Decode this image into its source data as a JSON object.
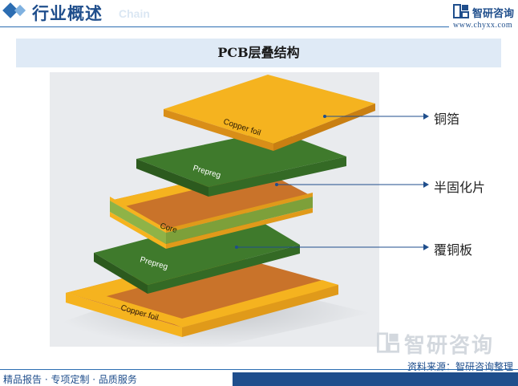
{
  "header": {
    "title": "行业概述",
    "ghost_text": "Chain",
    "brand_name": "智研咨询",
    "brand_url": "www.chyxx.com"
  },
  "page_title": "PCB层叠结构",
  "diagram": {
    "layers": [
      {
        "id": "copper-top",
        "label": "Copper foil",
        "color": "#f5b31f"
      },
      {
        "id": "prepreg-top",
        "label": "Prepreg",
        "color": "#3f7a2c"
      },
      {
        "id": "core",
        "label": "Core",
        "color": "#8fb347"
      },
      {
        "id": "prepreg-bottom",
        "label": "Prepreg",
        "color": "#3f7a2c"
      },
      {
        "id": "copper-bottom",
        "label": "Copper foil",
        "color": "#f5b31f"
      }
    ],
    "callouts": [
      {
        "label": "铜箔"
      },
      {
        "label": "半固化片"
      },
      {
        "label": "覆铜板"
      }
    ]
  },
  "watermark": {
    "text": "智研咨询"
  },
  "footer": {
    "source": "资料来源：智研咨询整理",
    "slogan": "精品报告 · 专项定制 · 品质服务"
  },
  "colors": {
    "brand": "#1f4e8c",
    "title_bar": "#dfeaf6",
    "copper": "#f5b31f",
    "copper_face": "#c9732a",
    "prepreg": "#3f7a2c"
  }
}
